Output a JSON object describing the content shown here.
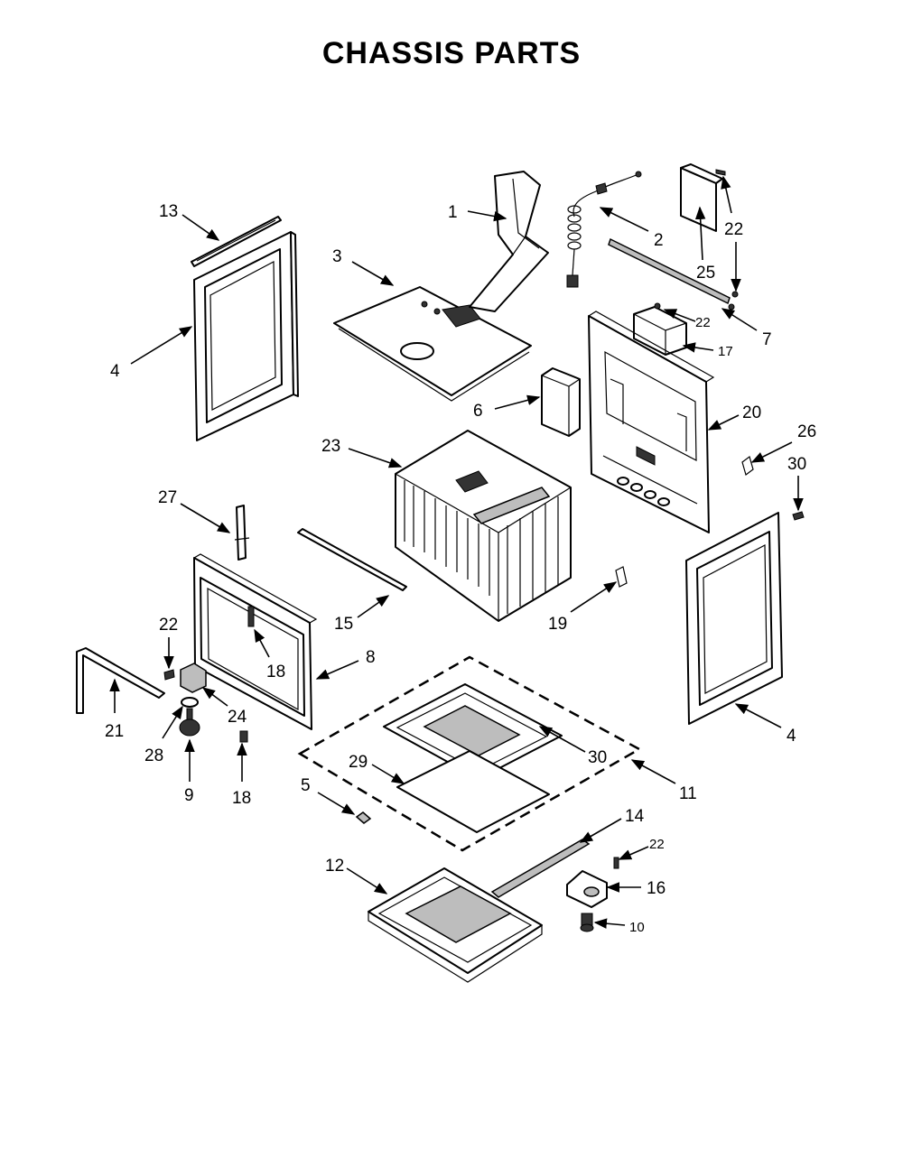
{
  "title": "CHASSIS PARTS",
  "callouts": {
    "c1": "1",
    "c2": "2",
    "c3": "3",
    "c4a": "4",
    "c4b": "4",
    "c5": "5",
    "c6": "6",
    "c7": "7",
    "c8": "8",
    "c9": "9",
    "c10": "10",
    "c11": "11",
    "c12": "12",
    "c13": "13",
    "c14": "14",
    "c15": "15",
    "c16": "16",
    "c17": "17",
    "c18a": "18",
    "c18b": "18",
    "c19": "19",
    "c20": "20",
    "c21": "21",
    "c22a": "22",
    "c22b": "22",
    "c22c": "22",
    "c22d": "22",
    "c23": "23",
    "c24": "24",
    "c25": "25",
    "c26": "26",
    "c27": "27",
    "c28": "28",
    "c29": "29",
    "c30a": "30",
    "c30b": "30"
  }
}
